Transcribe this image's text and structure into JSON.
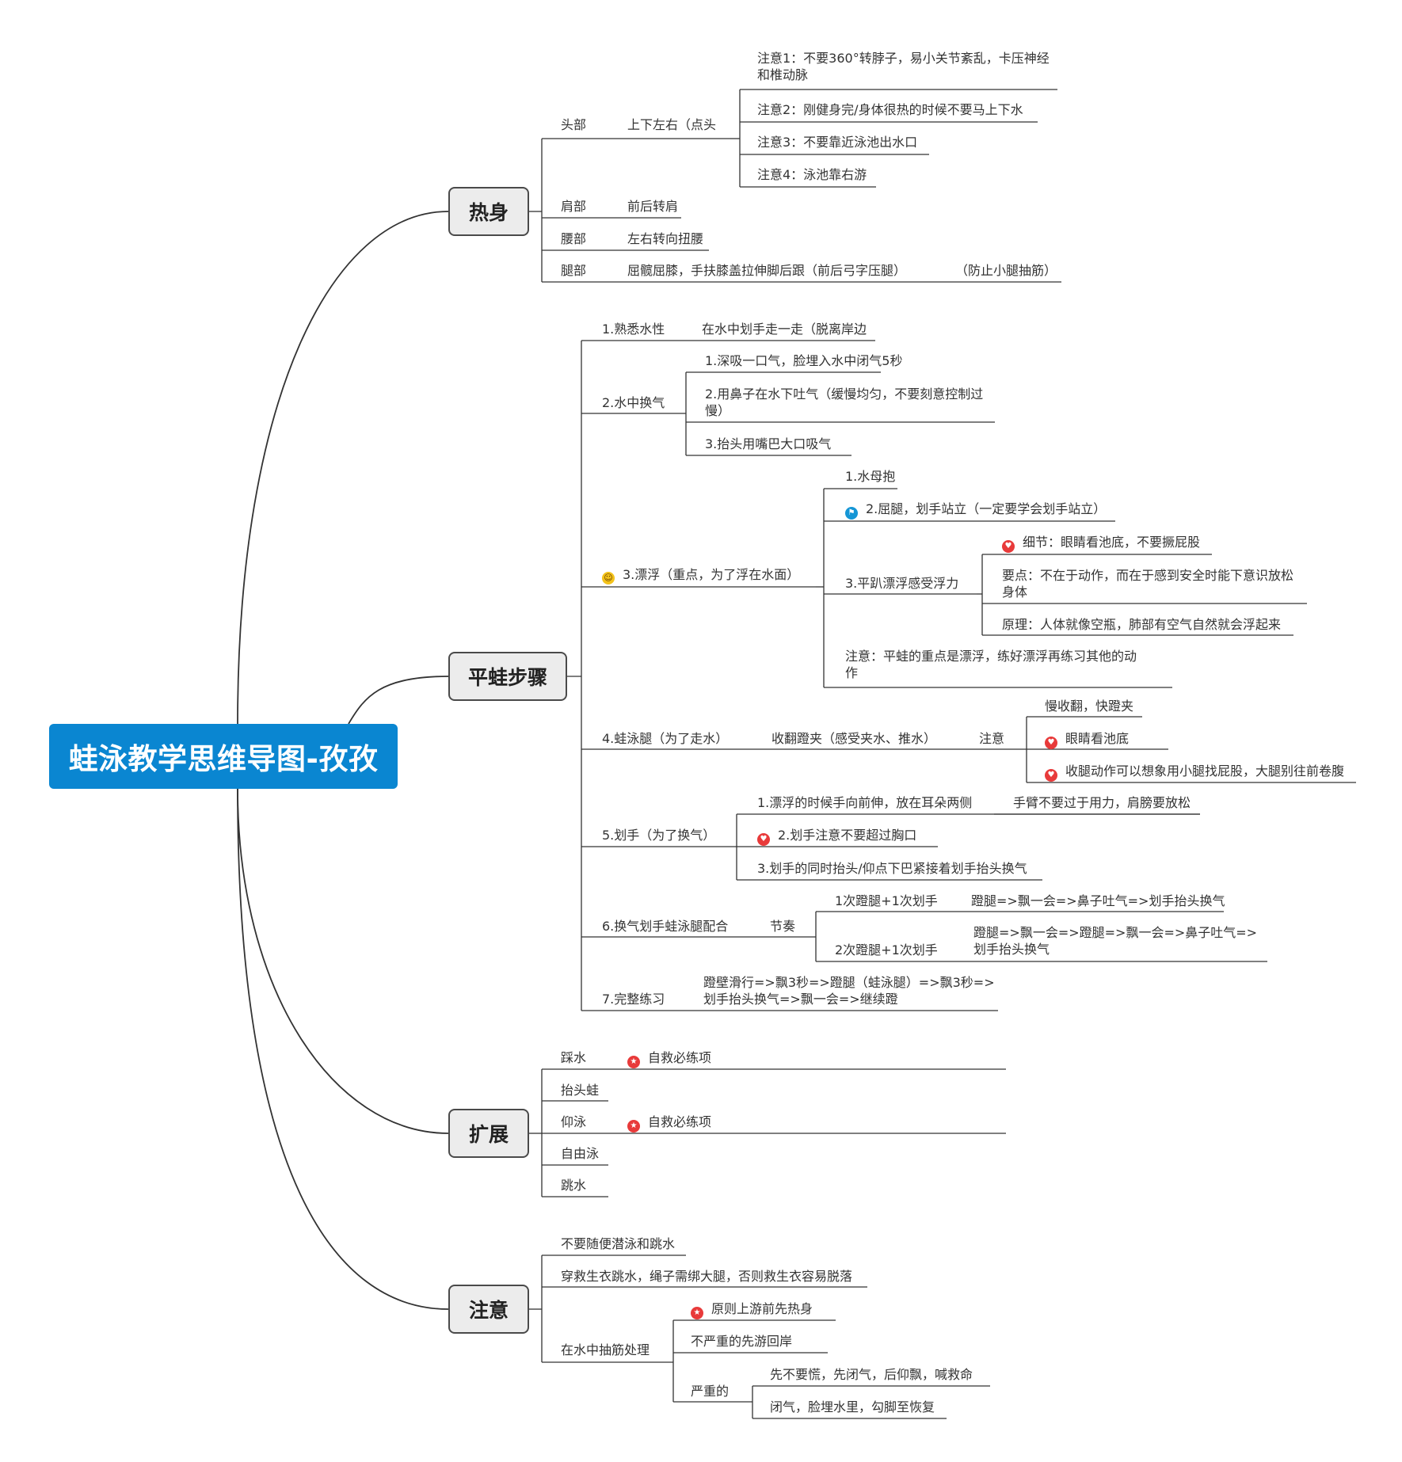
{
  "root": "蛙泳教学思维导图-孜孜",
  "branches": {
    "warmup": "热身",
    "steps": "平蛙步骤",
    "extend": "扩展",
    "caution": "注意"
  },
  "warmup": {
    "head": "头部",
    "head_move": "上下左右（点头",
    "head_notes": [
      "注意1：不要360°转脖子，易小关节紊乱，卡压神经和椎动脉",
      "注意2：刚健身完/身体很热的时候不要马上下水",
      "注意3：不要靠近泳池出水口",
      "注意4：泳池靠右游"
    ],
    "shoulder": "肩部",
    "shoulder_move": "前后转肩",
    "waist": "腰部",
    "waist_move": "左右转向扭腰",
    "leg": "腿部",
    "leg_move": "屈髋屈膝，手扶膝盖拉伸脚后跟（前后弓字压腿）",
    "leg_note": "（防止小腿抽筋）"
  },
  "steps": {
    "s1": "1.熟悉水性",
    "s1a": "在水中划手走一走（脱离岸边",
    "s2": "2.水中换气",
    "s2_items": [
      "1.深吸一口气，脸埋入水中闭气5秒",
      "2.用鼻子在水下吐气（缓慢均匀，不要刻意控制过慢）",
      "3.抬头用嘴巴大口吸气"
    ],
    "s3": "3.漂浮（重点，为了浮在水面）",
    "s3_1": "1.水母抱",
    "s3_2": "2.屈腿，划手站立（一定要学会划手站立）",
    "s3_3": "3.平趴漂浮感受浮力",
    "s3_3_items": [
      "细节：眼睛看池底，不要撅屁股",
      "要点：不在于动作，而在于感到安全时能下意识放松身体",
      "原理：人体就像空瓶，肺部有空气自然就会浮起来"
    ],
    "s3_note": "注意：平蛙的重点是漂浮，练好漂浮再练习其他的动作",
    "s4": "4.蛙泳腿（为了走水）",
    "s4a": "收翻蹬夹（感受夹水、推水）",
    "s4_note": "注意",
    "s4_items": [
      "慢收翻，快蹬夹",
      "眼睛看池底",
      "收腿动作可以想象用小腿找屁股，大腿别往前卷腹"
    ],
    "s5": "5.划手（为了换气）",
    "s5_1": "1.漂浮的时候手向前伸，放在耳朵两侧",
    "s5_1a": "手臂不要过于用力，肩膀要放松",
    "s5_2": "2.划手注意不要超过胸口",
    "s5_3": "3.划手的同时抬头/仰点下巴紧接着划手抬头换气",
    "s6": "6.换气划手蛙泳腿配合",
    "s6_rhythm": "节奏",
    "s6_1": "1次蹬腿+1次划手",
    "s6_1a": "蹬腿=>飘一会=>鼻子吐气=>划手抬头换气",
    "s6_2": "2次蹬腿+1次划手",
    "s6_2a": "蹬腿=>飘一会=>蹬腿=>飘一会=>鼻子吐气=>划手抬头换气",
    "s7": "7.完整练习",
    "s7a": "蹬壁滑行=>飘3秒=>蹬腿（蛙泳腿）=>飘3秒=>划手抬头换气=>飘一会=>继续蹬"
  },
  "extend": {
    "items": [
      "踩水",
      "抬头蛙",
      "仰泳",
      "自由泳",
      "跳水"
    ],
    "must": "自救必练项"
  },
  "caution": {
    "c1": "不要随便潜泳和跳水",
    "c2": "穿救生衣跳水，绳子需绑大腿，否则救生衣容易脱落",
    "c3": "在水中抽筋处理",
    "c3_1": "原则上游前先热身",
    "c3_2": "不严重的先游回岸",
    "c3_3": "严重的",
    "c3_3_items": [
      "先不要慌，先闭气，后仰飘，喊救命",
      "闭气，脸埋水里，勾脚至恢复"
    ]
  },
  "icons": {
    "star": "star-icon",
    "heart": "heart-icon",
    "flag": "flag-icon",
    "smile": "smile-icon"
  },
  "colors": {
    "root": "#0a86d1",
    "branch_fill": "#ececec",
    "icon_red": "#e83a3a",
    "icon_blue": "#1596d6",
    "icon_yellow": "#f3c21a"
  }
}
